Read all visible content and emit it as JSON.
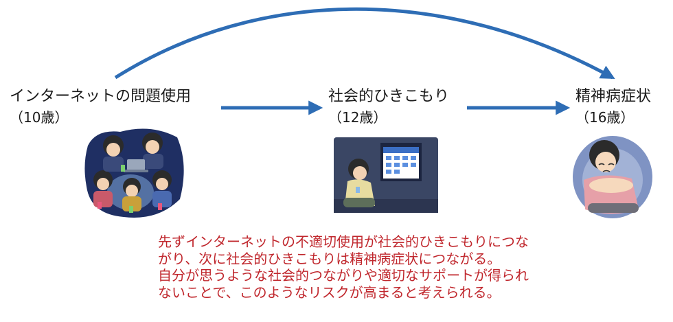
{
  "stages": [
    {
      "label": "インターネットの問題使用",
      "age": "（10歳）"
    },
    {
      "label": "社会的ひきこもり",
      "age": "（12歳）"
    },
    {
      "label": "精神病症状",
      "age": "（16歳）"
    }
  ],
  "caption_lines": [
    "先ずインターネットの不適切使用が社会的ひきこもりにつな",
    "がり、次に社会的ひきこもりは精神病症状につながる。",
    "自分が思うような社会的つながりや適切なサポートが得られ",
    "ないことで、このようなリスクが高まると考えられる。"
  ],
  "colors": {
    "arrow": "#2e6db5",
    "caption": "#c0272d",
    "text": "#1a1a1a"
  },
  "icons": [
    "group-using-phones-illustration",
    "withdrawn-person-illustration",
    "depressed-person-illustration"
  ]
}
